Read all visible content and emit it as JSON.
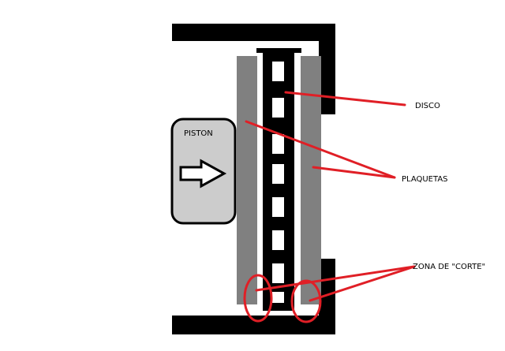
{
  "labels": {
    "piston": "PISTON",
    "disco": "DISCO",
    "plaquetas": "PLAQUETAS",
    "zona": "ZONA DE \"CORTE\""
  },
  "colors": {
    "caliper": "#000000",
    "pad": "#808080",
    "piston_fill": "#cccccc",
    "annotation": "#e01f26"
  }
}
